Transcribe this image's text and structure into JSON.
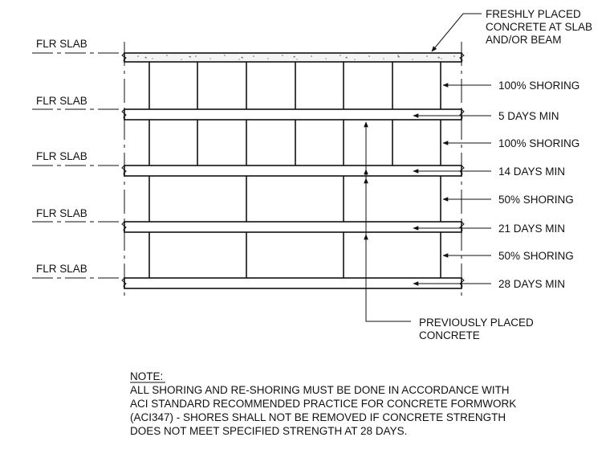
{
  "slab_labels": [
    "FLR SLAB",
    "FLR SLAB",
    "FLR SLAB",
    "FLR SLAB",
    "FLR SLAB"
  ],
  "top_callout": {
    "lines": [
      "FRESHLY PLACED",
      "CONCRETE AT SLAB",
      "AND/OR BEAM"
    ]
  },
  "right_callouts": [
    "100% SHORING",
    "5 DAYS MIN",
    "100% SHORING",
    "14 DAYS MIN",
    "50% SHORING",
    "21 DAYS MIN",
    "50% SHORING",
    "28 DAYS MIN"
  ],
  "bottom_callout": {
    "lines": [
      "PREVIOUSLY PLACED",
      "CONCRETE"
    ]
  },
  "note": {
    "heading": "NOTE:",
    "lines": [
      "ALL SHORING AND RE-SHORING MUST BE DONE IN ACCORDANCE WITH",
      "ACI STANDARD RECOMMENDED PRACTICE FOR CONCRETE FORMWORK",
      "(ACI347) - SHORES SHALL NOT BE REMOVED IF CONCRETE STRENGTH",
      "DOES NOT MEET SPECIFIED STRENGTH AT 28 DAYS."
    ]
  },
  "colors": {
    "line": "#111111",
    "background": "#ffffff"
  }
}
